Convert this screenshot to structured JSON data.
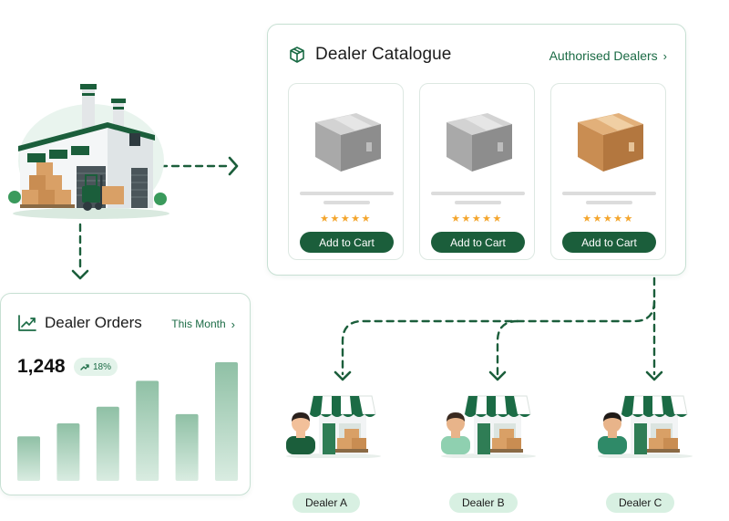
{
  "catalogue": {
    "title": "Dealer Catalogue",
    "link_label": "Authorised Dealers",
    "products": [
      {
        "box_color": "grey",
        "rating": 5,
        "button_label": "Add to Cart"
      },
      {
        "box_color": "grey",
        "rating": 5,
        "button_label": "Add to Cart"
      },
      {
        "box_color": "brown",
        "rating": 5,
        "button_label": "Add to Cart"
      }
    ]
  },
  "orders": {
    "title": "Dealer Orders",
    "period_label": "This Month",
    "total": "1,248",
    "change": "18%"
  },
  "chart_data": {
    "type": "bar",
    "series": [
      {
        "values": [
          48,
          62,
          80,
          108,
          72,
          128
        ]
      }
    ]
  },
  "dealers": [
    {
      "label": "Dealer A"
    },
    {
      "label": "Dealer B"
    },
    {
      "label": "Dealer C"
    }
  ],
  "colors": {
    "brand_green": "#1b5e3b",
    "accent_green": "#1b6b45",
    "border": "#c7e0d3",
    "pill": "#d8f0e2",
    "bar": "#9fc9b2",
    "star": "#f4a52c"
  }
}
